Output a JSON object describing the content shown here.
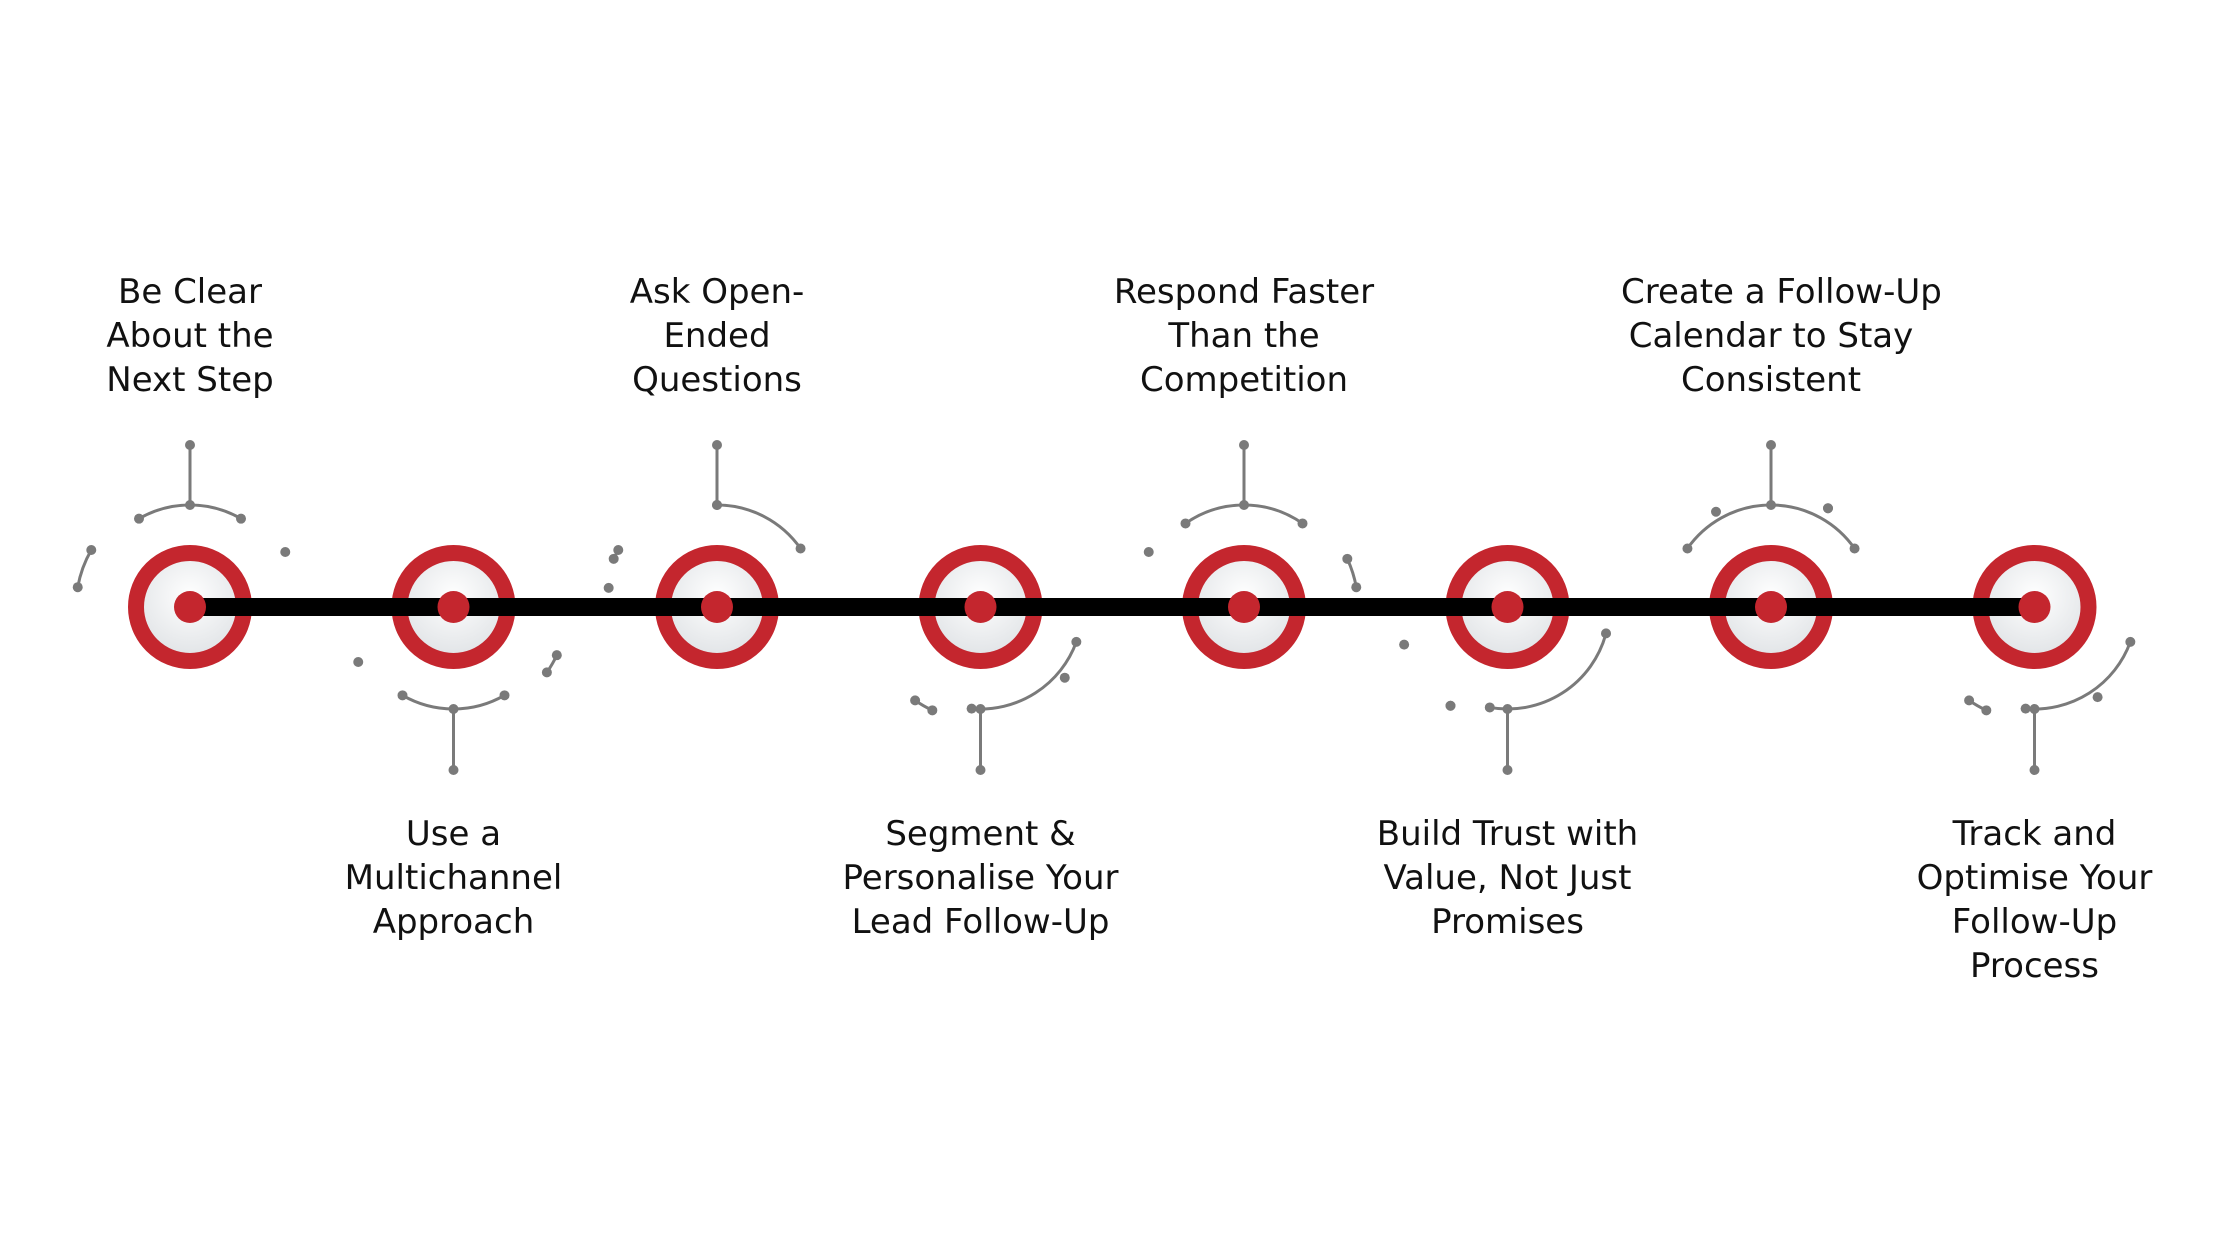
{
  "colors": {
    "ring": "#C4262E",
    "dot": "#C4262E",
    "line": "#000000",
    "connector": "#7A7A7A",
    "text": "#111111"
  },
  "steps": [
    {
      "lines": [
        "Be Clear",
        "About the",
        "Next Step"
      ],
      "position": "top"
    },
    {
      "lines": [
        "Use a",
        "Multichannel",
        "Approach"
      ],
      "position": "bottom"
    },
    {
      "lines": [
        "Ask Open-",
        "Ended",
        "Questions"
      ],
      "position": "top"
    },
    {
      "lines": [
        "Segment &",
        "Personalise Your",
        "Lead Follow-Up"
      ],
      "position": "bottom"
    },
    {
      "lines": [
        "Respond Faster",
        "Than the",
        "Competition"
      ],
      "position": "top"
    },
    {
      "lines": [
        "Build Trust with",
        "Value, Not Just",
        "Promises"
      ],
      "position": "bottom"
    },
    {
      "lines": [
        "Create a Follow-Up",
        "Calendar to Stay",
        "Consistent"
      ],
      "position": "top"
    },
    {
      "lines": [
        "Track and",
        "Optimise Your",
        "Follow-Up",
        "Process"
      ],
      "position": "bottom"
    }
  ]
}
